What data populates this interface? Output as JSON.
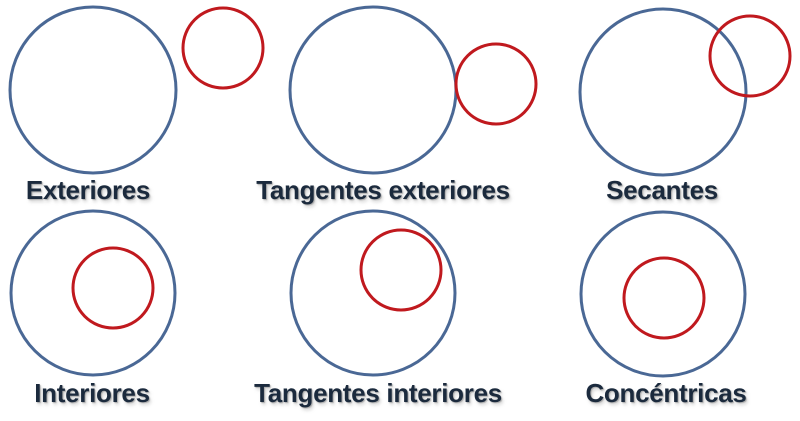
{
  "colors": {
    "outer_circle": "#4a6895",
    "inner_circle": "#c0191e",
    "caption_text": "#1b2a3d"
  },
  "labels": {
    "exteriores": "Exteriores",
    "tangentes_exteriores": "Tangentes exteriores",
    "secantes": "Secantes",
    "interiores": "Interiores",
    "tangentes_interiores": "Tangentes interiores",
    "concentricas": "Concéntricas"
  }
}
